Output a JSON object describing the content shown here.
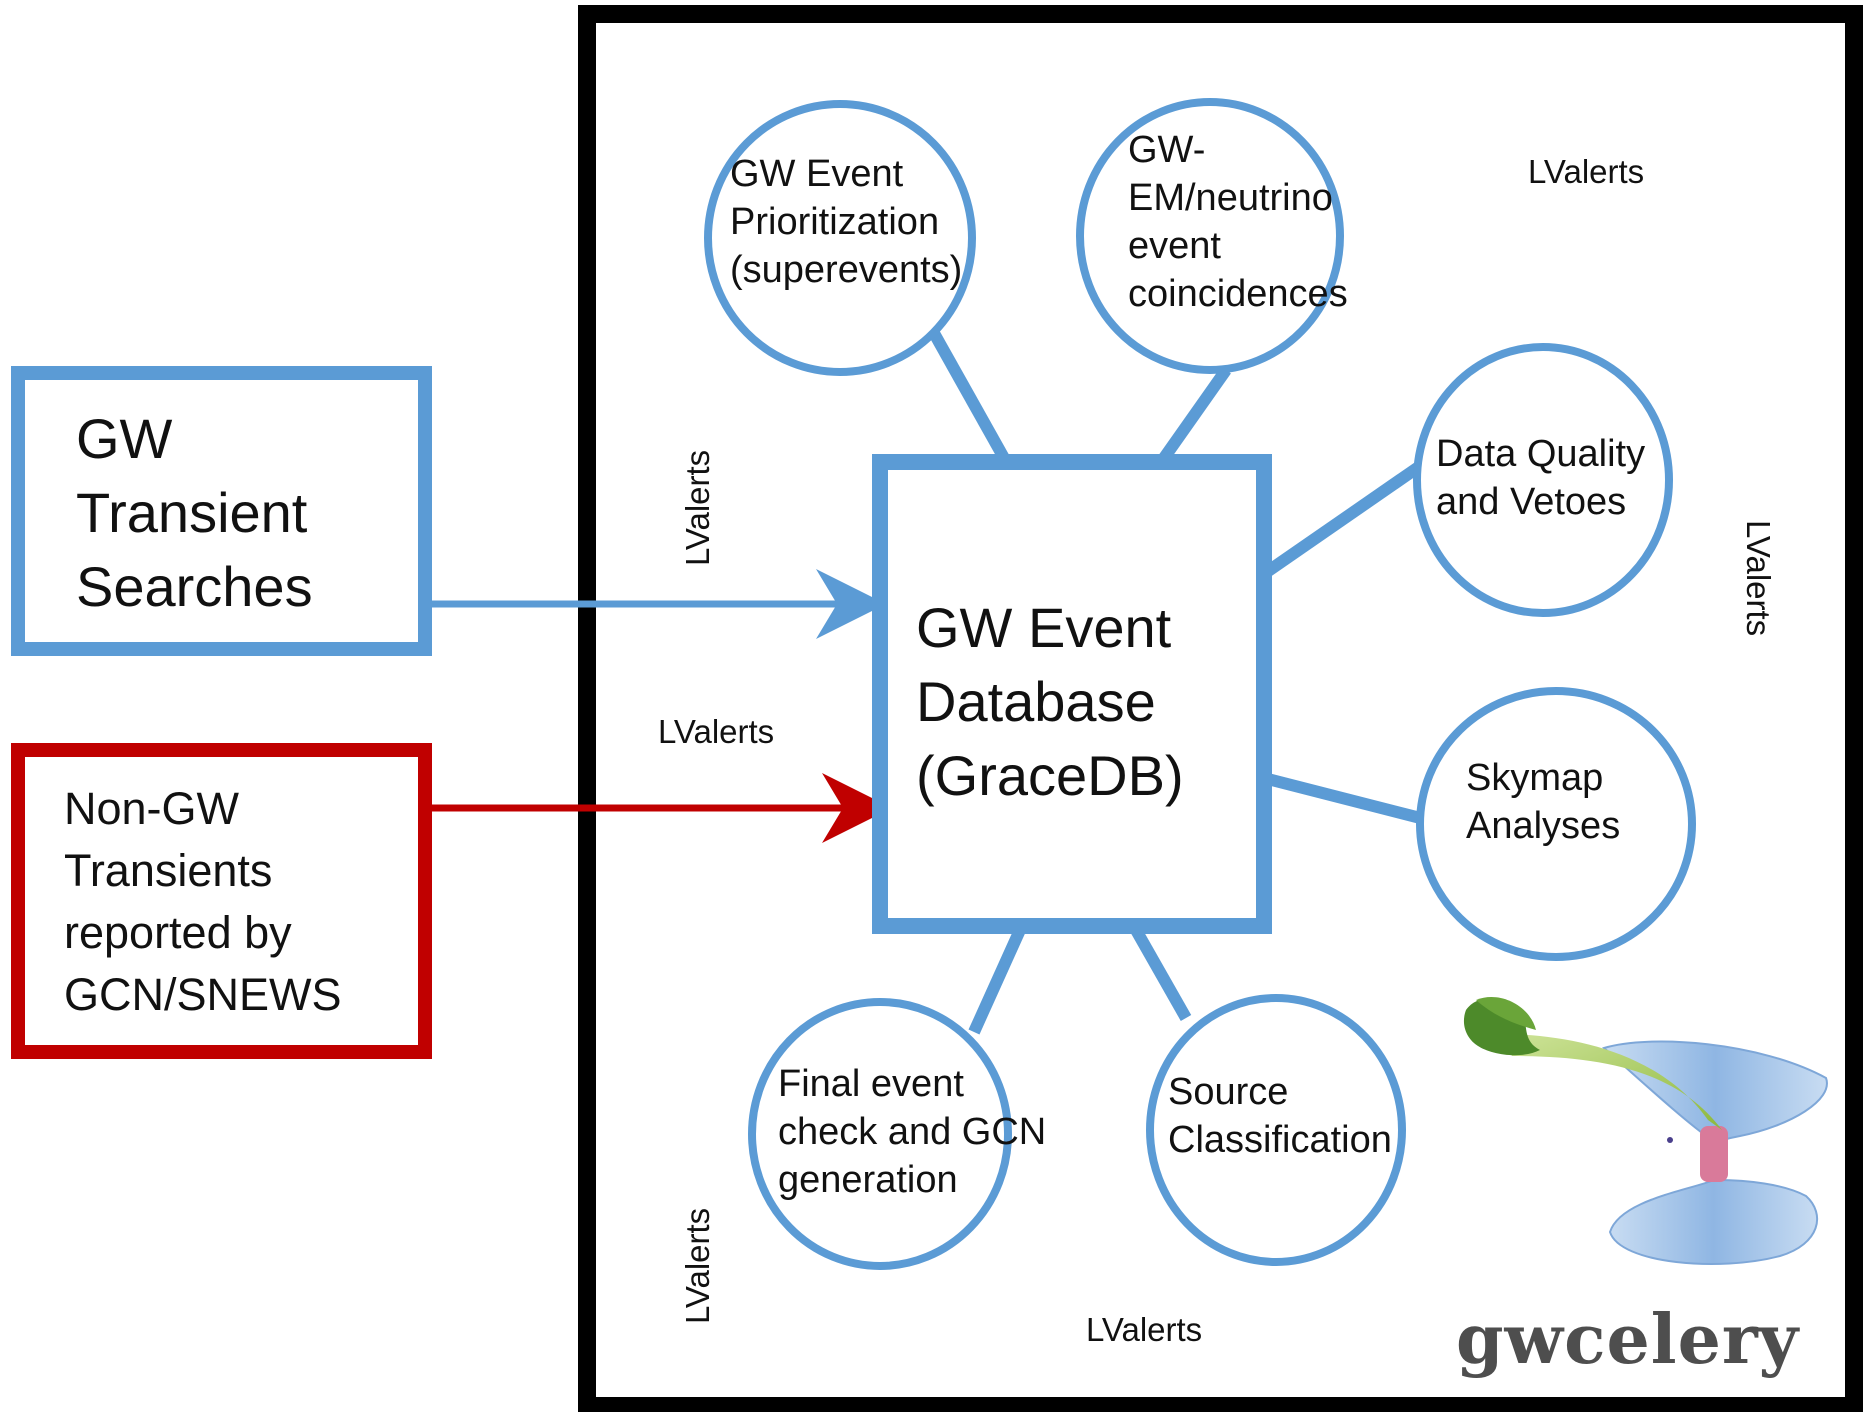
{
  "inputs": {
    "gw_searches": {
      "lines": [
        "GW",
        "Transient",
        "Searches"
      ]
    },
    "non_gw": {
      "lines": [
        "Non-GW",
        "Transients",
        "reported by",
        "GCN/SNEWS"
      ]
    }
  },
  "database": {
    "lines": [
      "GW Event",
      "Database",
      "(GraceDB)"
    ]
  },
  "nodes": {
    "prioritization": [
      "GW Event",
      "Prioritization",
      "(superevents)"
    ],
    "coincidences": [
      "GW-",
      "EM/neutrino",
      "event",
      "coincidences"
    ],
    "data_quality": [
      "Data Quality",
      "and Vetoes"
    ],
    "skymap": [
      "Skymap",
      "Analyses"
    ],
    "source_class": [
      "Source",
      "Classification"
    ],
    "final_check": [
      "Final event",
      "check and GCN",
      "generation"
    ]
  },
  "alert_label": "LValerts",
  "logo": {
    "name": "gwcelery"
  },
  "colors": {
    "blue": "#5b9bd5",
    "red": "#c00000",
    "black": "#000000",
    "celery_green": "#8ab83a",
    "funnel_blue": "#9cc3e8",
    "funnel_pink": "#d97a9a"
  }
}
